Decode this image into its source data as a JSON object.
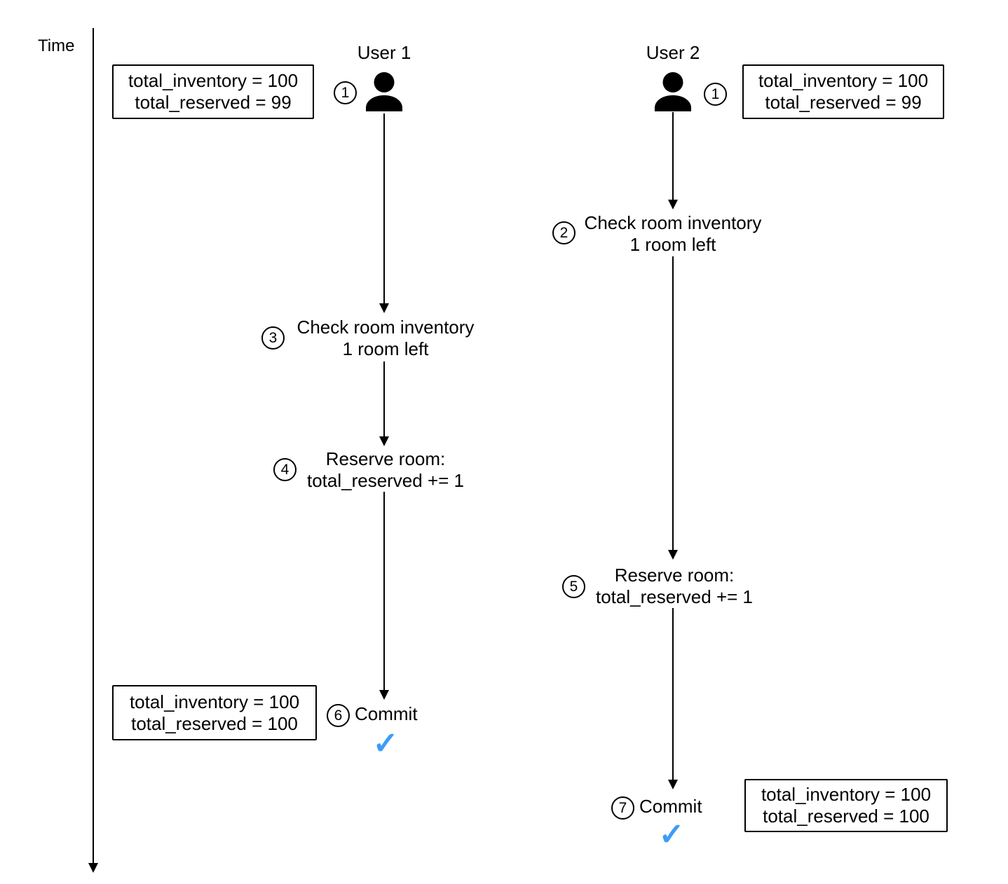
{
  "time_label": "Time",
  "check_mark": "✓",
  "colors": {
    "ink": "#000000",
    "check": "#3D9CF8",
    "background": "#ffffff"
  },
  "icons": {
    "user": "person-icon",
    "commit_success": "check-icon",
    "time_axis": "down-arrow-icon"
  },
  "lanes": {
    "user1": {
      "label": "User 1",
      "start_badge": "1",
      "initial_state": {
        "line1": "total_inventory = 100",
        "line2": "total_reserved = 99"
      },
      "final_state": {
        "line1": "total_inventory = 100",
        "line2": "total_reserved = 100"
      },
      "steps": [
        {
          "num": "3",
          "line1": "Check room inventory",
          "line2": "1 room left"
        },
        {
          "num": "4",
          "line1": "Reserve room:",
          "line2": "total_reserved += 1"
        },
        {
          "num": "6",
          "label": "Commit"
        }
      ]
    },
    "user2": {
      "label": "User 2",
      "start_badge": "1",
      "initial_state": {
        "line1": "total_inventory = 100",
        "line2": "total_reserved = 99"
      },
      "final_state": {
        "line1": "total_inventory = 100",
        "line2": "total_reserved = 100"
      },
      "steps": [
        {
          "num": "2",
          "line1": "Check room inventory",
          "line2": "1 room left"
        },
        {
          "num": "5",
          "line1": "Reserve room:",
          "line2": "total_reserved += 1"
        },
        {
          "num": "7",
          "label": "Commit"
        }
      ]
    }
  }
}
